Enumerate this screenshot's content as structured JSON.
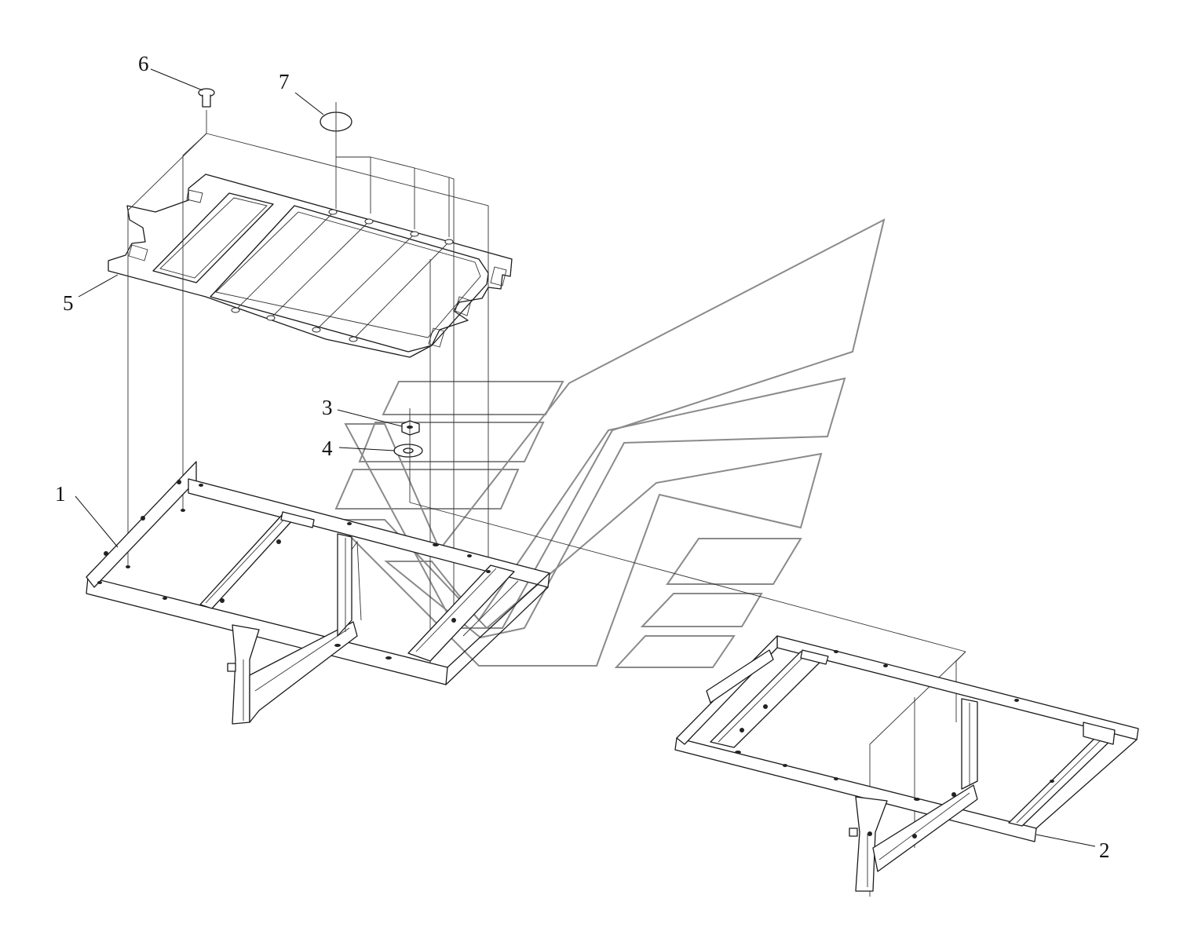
{
  "callouts": [
    {
      "id": "1",
      "label": "1"
    },
    {
      "id": "2",
      "label": "2"
    },
    {
      "id": "3",
      "label": "3"
    },
    {
      "id": "4",
      "label": "4"
    },
    {
      "id": "5",
      "label": "5"
    },
    {
      "id": "6",
      "label": "6"
    },
    {
      "id": "7",
      "label": "7"
    }
  ],
  "colors": {
    "line": "#1b1b1b",
    "watermark": "#8a8a8a",
    "background": "#ffffff"
  }
}
